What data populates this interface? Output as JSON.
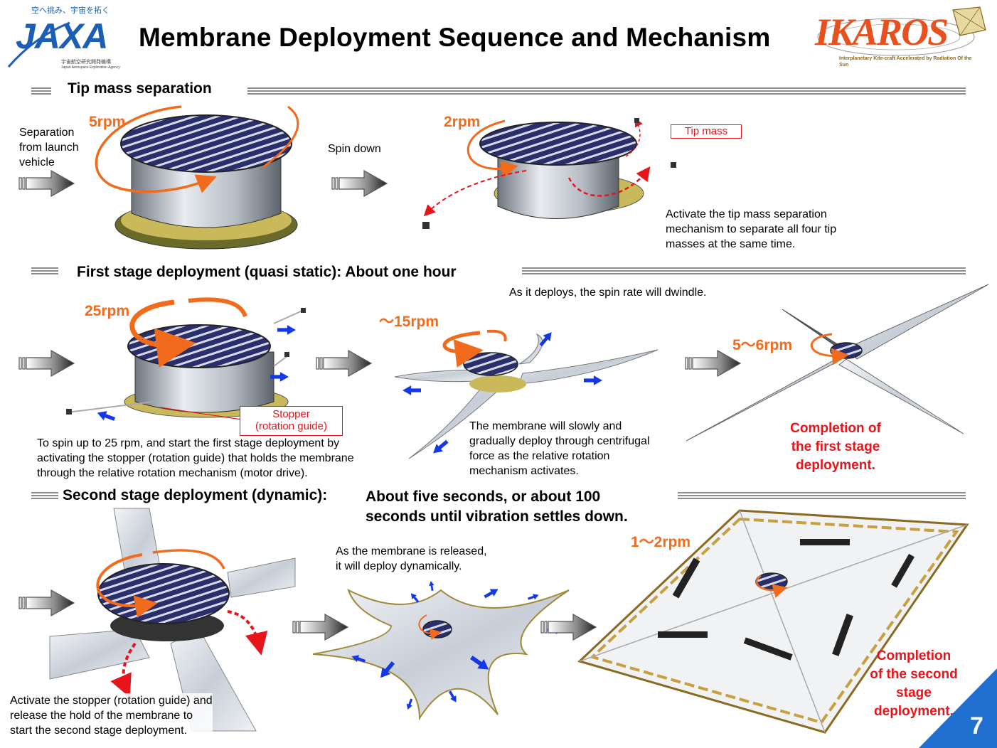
{
  "header": {
    "title": "Membrane Deployment Sequence and Mechanism",
    "jaxa_tagline": "空へ挑み、宇宙を拓く",
    "jaxa_logo_text": "JAXA",
    "jaxa_subtitle_jp": "宇宙航空研究開発機構",
    "jaxa_subtitle_en": "Japan Aerospace Exploration Agency",
    "ikaros_logo_text": "IKAROS",
    "ikaros_tagline": "Interplanetary Kite-craft Accelerated by Radiation Of the Sun"
  },
  "section1": {
    "heading": "Tip mass separation",
    "left_note": "Separation\nfrom launch\nvehicle",
    "rpm_a": "5rpm",
    "spin_down": "Spin down",
    "rpm_b": "2rpm",
    "tip_mass_label": "Tip mass",
    "description": "Activate the tip mass separation\nmechanism to separate all four tip\nmasses at the same time."
  },
  "section2": {
    "heading": "First stage deployment (quasi static): About one hour",
    "spin_note": "As it deploys, the spin rate will dwindle.",
    "rpm_a": "25rpm",
    "rpm_b": "～15rpm",
    "rpm_c": "5～6rpm",
    "stopper_label": "Stopper\n(rotation guide)",
    "left_description": "To spin up to 25 rpm, and start the first stage deployment by\nactivating the stopper (rotation guide) that holds the membrane\nthrough the relative rotation mechanism (motor drive).",
    "middle_description": "The membrane will slowly and\ngradually deploy through centrifugal\nforce as the relative rotation\nmechanism activates.",
    "completion": "Completion of\nthe first stage\ndeployment."
  },
  "section3": {
    "heading": "Second stage deployment (dynamic):",
    "heading_detail": "About five seconds, or about 100\nseconds until vibration settles down.",
    "release_note": "As the membrane is released,\nit will deploy dynamically.",
    "rpm": "1～2rpm",
    "left_description": "Activate the stopper (rotation guide) and\nrelease the hold of the membrane to\nstart the second stage deployment.",
    "completion": "Completion\nof the second\nstage\ndeployment."
  },
  "page_number": "7",
  "colors": {
    "rpm_orange": "#f26b1d",
    "alert_red": "#e8141b",
    "jaxa_blue": "#1a5fb4",
    "corner_blue": "#1f6fd1",
    "arrow_blue": "#1438e6"
  }
}
